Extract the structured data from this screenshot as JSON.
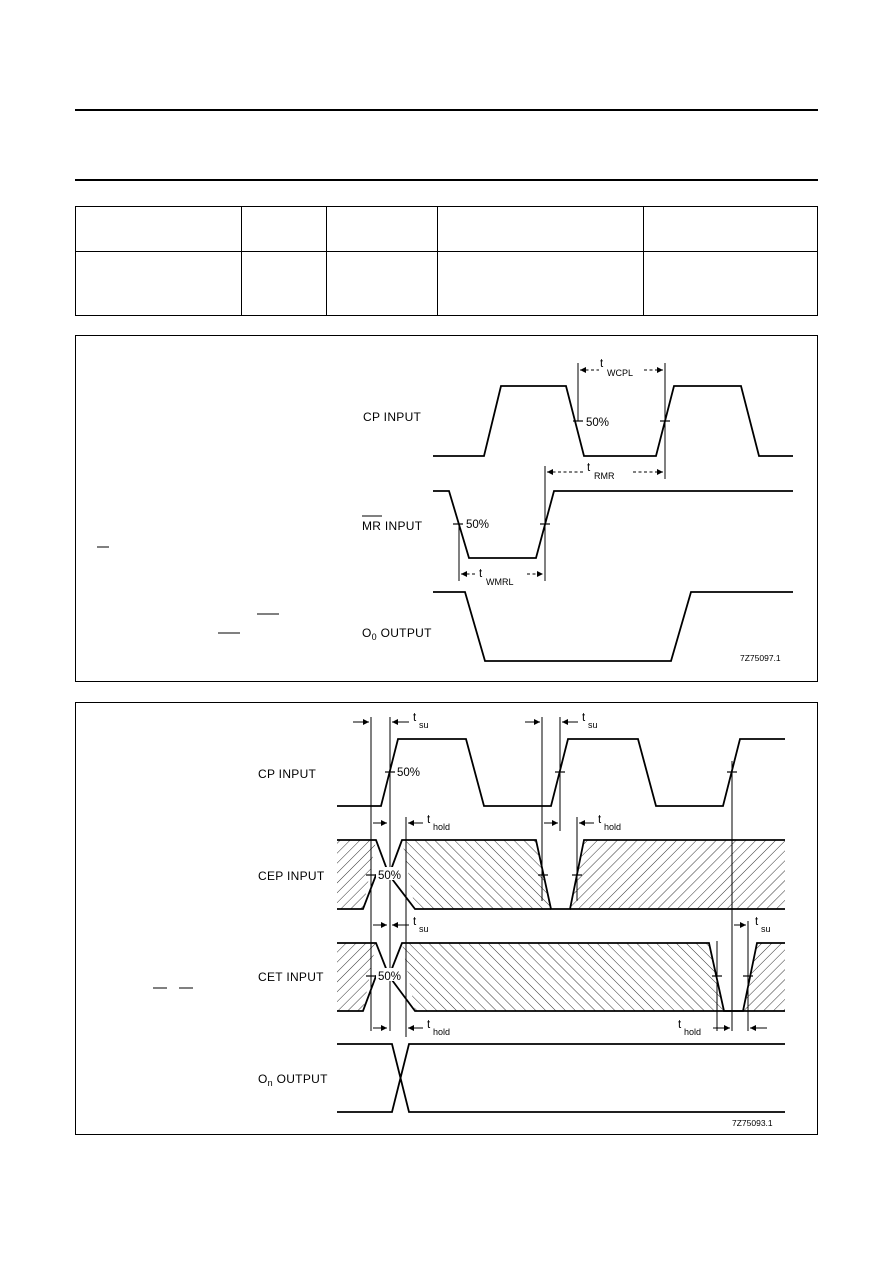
{
  "figure1": {
    "cp_input": "CP INPUT",
    "mr_input_prefix": "MR",
    "mr_input_suffix": " INPUT",
    "o0_output_prefix": "O",
    "o0_output_sub": "0",
    "o0_output_suffix": " OUTPUT",
    "pct_cp": "50%",
    "pct_mr": "50%",
    "t_wcpl": "t",
    "t_wcpl_sub": "WCPL",
    "t_rmr": "t",
    "t_rmr_sub": "RMR",
    "t_wmrl": "t",
    "t_wmrl_sub": "WMRL",
    "code": "7Z75097.1"
  },
  "figure2": {
    "cp_input": "CP INPUT",
    "cep_input": "CEP INPUT",
    "cet_input": "CET INPUT",
    "on_output_prefix": "O",
    "on_output_sub": "n",
    "on_output_suffix": " OUTPUT",
    "pct_cp": "50%",
    "pct_cep": "50%",
    "pct_cet": "50%",
    "t": "t",
    "su": "su",
    "hold": "hold",
    "code": "7Z75093.1"
  }
}
